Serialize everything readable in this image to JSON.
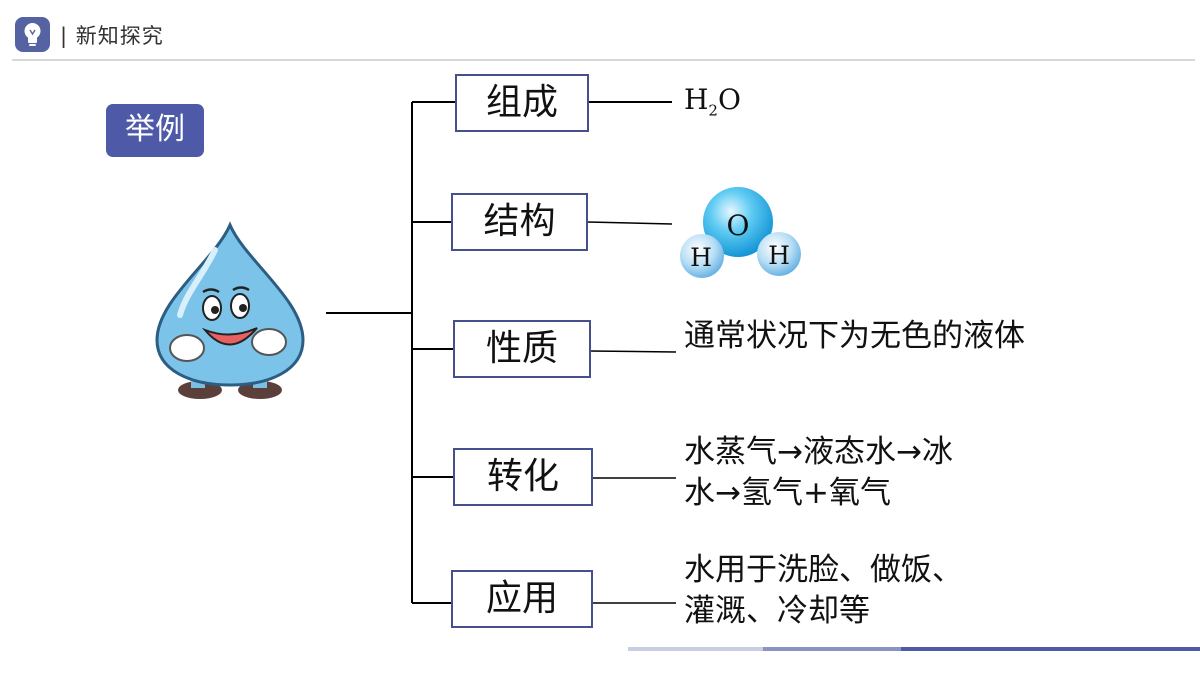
{
  "header": {
    "icon": "lightbulb-icon",
    "title": "| 新知探究"
  },
  "example_badge": "举例",
  "mascot": "water-drop-mascot",
  "branches": [
    {
      "label": "组成",
      "content": [
        "H₂O"
      ]
    },
    {
      "label": "结构",
      "content": []
    },
    {
      "label": "性质",
      "content": [
        "通常状况下为无色的液体"
      ]
    },
    {
      "label": "转化",
      "content": [
        "水蒸气→液态水→冰",
        "水→氢气+氧气"
      ]
    },
    {
      "label": "应用",
      "content": [
        "水用于洗脸、做饭、",
        "灌溉、冷却等"
      ]
    }
  ],
  "formula": {
    "element1": "H",
    "subscript": "2",
    "element2": "O"
  },
  "molecule": {
    "center": "O",
    "left": "H",
    "right": "H"
  },
  "colors": {
    "accent": "#4e5aa8",
    "node_border": "#46508c",
    "oxygen": "#29b6ec",
    "hydrogen": "#9fd2f0"
  }
}
